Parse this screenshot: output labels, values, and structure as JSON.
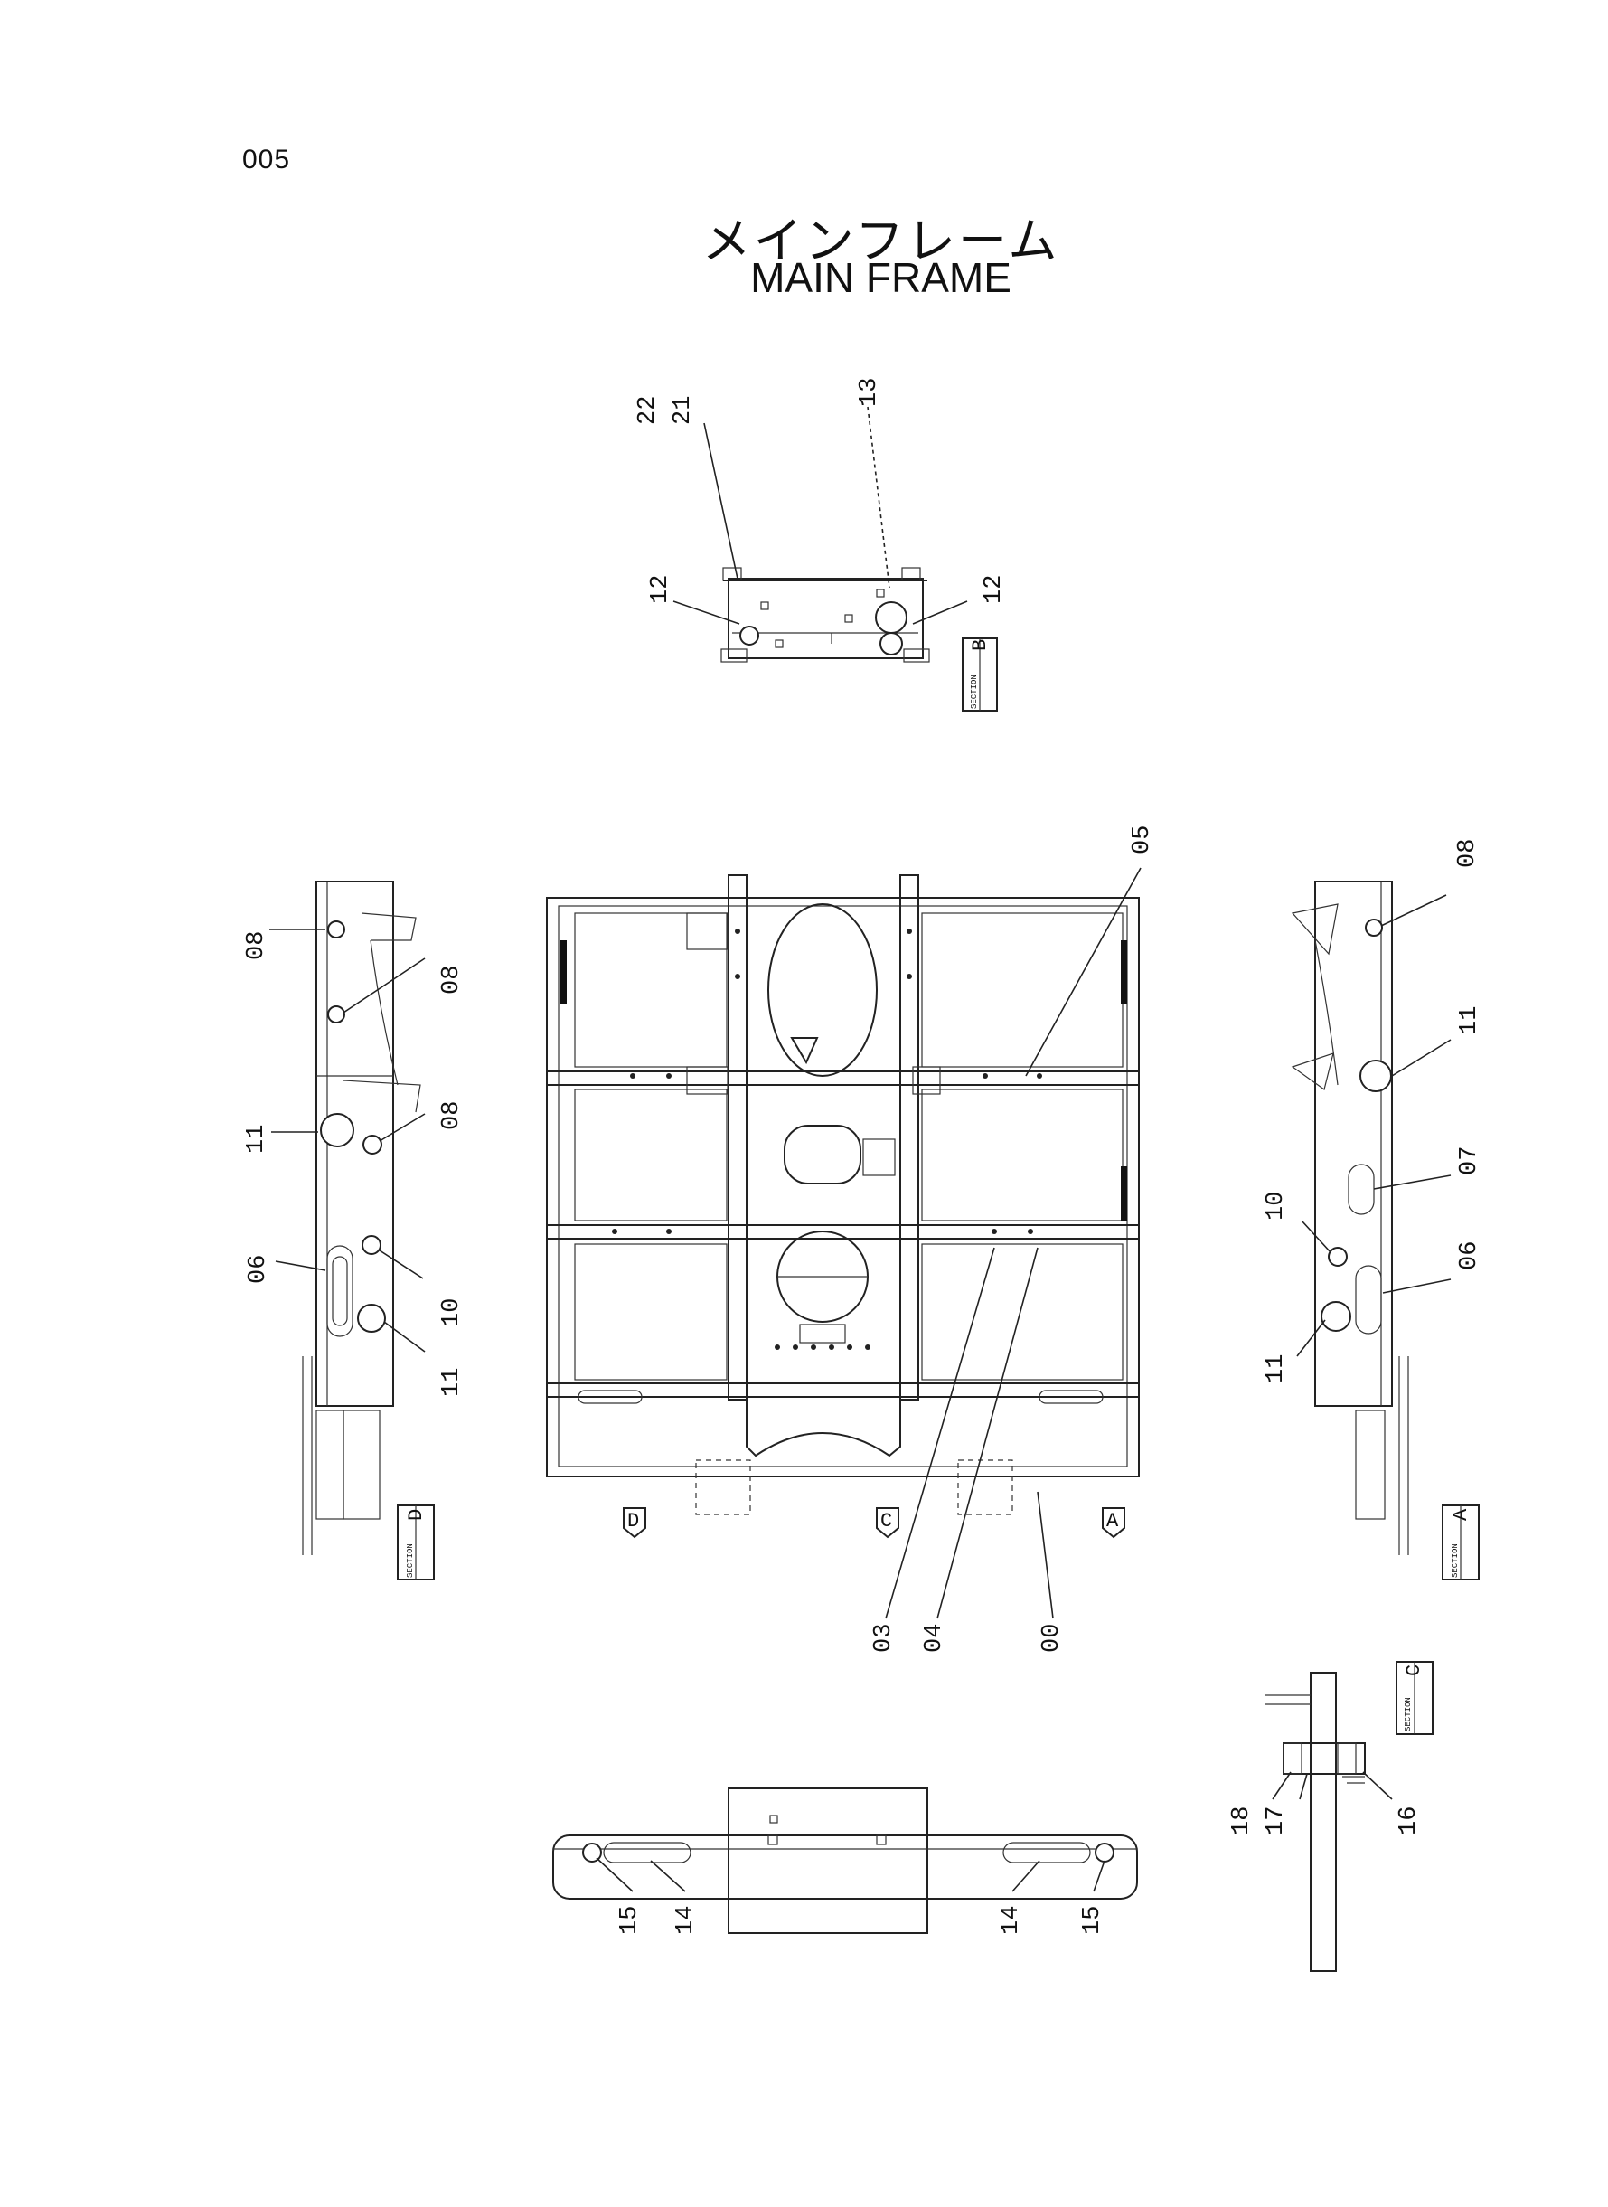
{
  "page_number": "005",
  "title_jp": "メインフレーム",
  "title_en": "MAIN FRAME",
  "section_word": "SECTION",
  "sections": [
    "A",
    "B",
    "C",
    "D"
  ],
  "callouts": [
    "00",
    "03",
    "04",
    "05",
    "06",
    "07",
    "08",
    "10",
    "11",
    "12",
    "13",
    "14",
    "15",
    "16",
    "17",
    "18",
    "21",
    "22"
  ]
}
